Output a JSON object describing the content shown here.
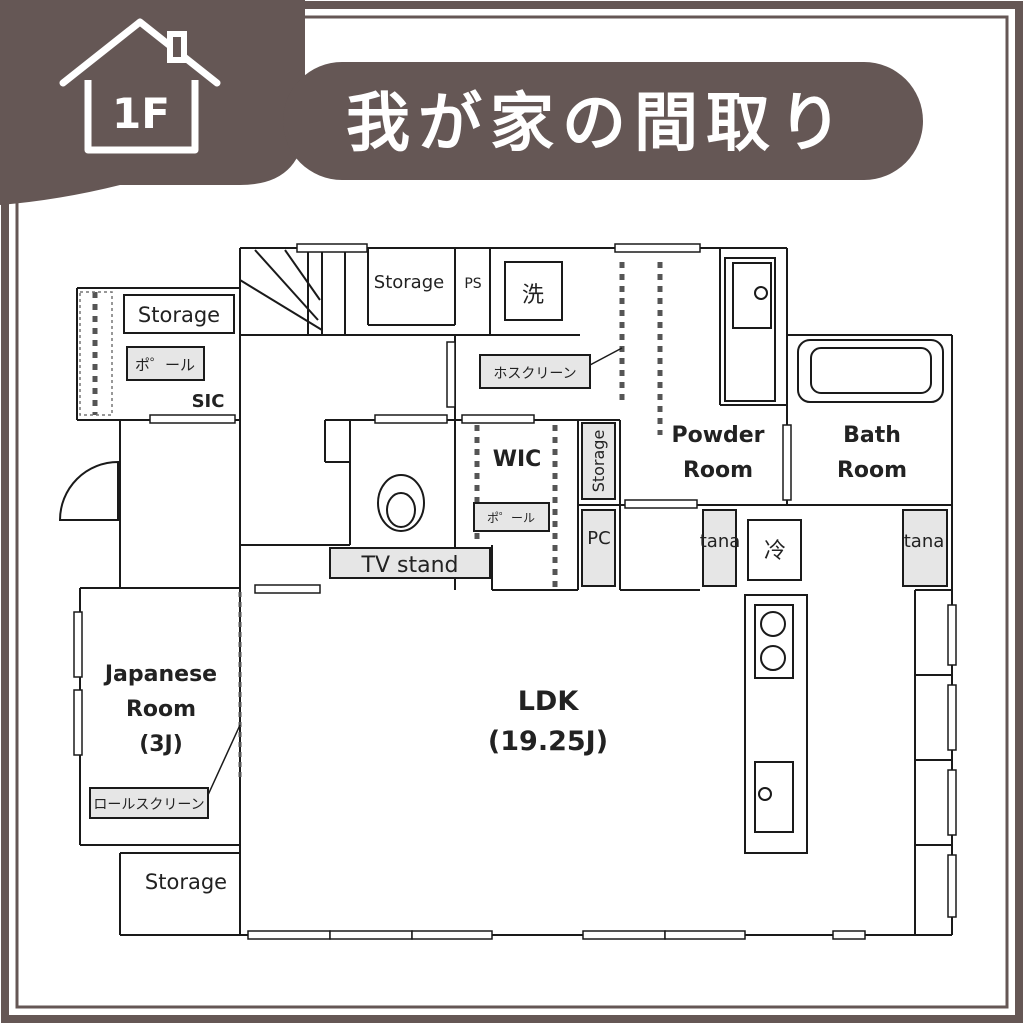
{
  "header": {
    "floor_badge": "1F",
    "title": "我が家の間取り"
  },
  "colors": {
    "brand_brown": "#655755",
    "line": "#1a1a1a",
    "fixture_fill": "#e6e6e6"
  },
  "rooms": {
    "storage_top": "Storage",
    "ps": "PS",
    "washer": "洗",
    "storage_left": "Storage",
    "pole_sic": "ポ゜ール",
    "sic": "SIC",
    "screen_hos": "ホスクリーン",
    "powder_line1": "Powder",
    "powder_line2": "Room",
    "bath_line1": "Bath",
    "bath_line2": "Room",
    "wic": "WIC",
    "storage_vertical": "Storage",
    "pole_wic": "ポ゜ール",
    "pc": "PC",
    "tana_left": "tana",
    "fridge": "冷",
    "tana_right": "tana",
    "tv_stand": "TV stand",
    "japanese_line1": "Japanese",
    "japanese_line2": "Room",
    "japanese_line3": "(3J)",
    "roll_screen": "ロールスクリーン",
    "ldk_line1": "LDK",
    "ldk_line2": "(19.25J)",
    "storage_bottom": "Storage"
  }
}
